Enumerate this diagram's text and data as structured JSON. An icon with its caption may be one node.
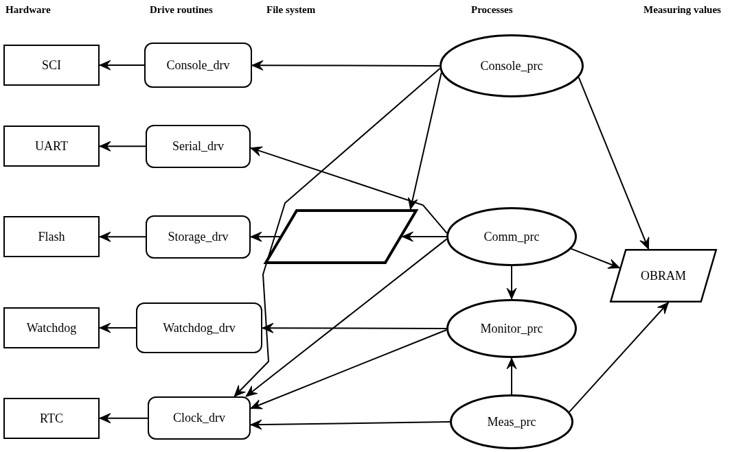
{
  "diagram": {
    "nodes": [
      {
        "text": [
          "SCI"
        ]
      },
      {
        "text": [
          "UART"
        ]
      },
      {
        "text": [
          "Flash"
        ]
      },
      {
        "text": [
          "Watchdog"
        ]
      },
      {
        "text": [
          "RTC"
        ]
      },
      {
        "text": [
          "Console_drv"
        ]
      },
      {
        "text": [
          "Serial_drv"
        ]
      },
      {
        "text": [
          "Storage_drv"
        ]
      },
      {
        "text": [
          "Watchdog_drv"
        ]
      },
      {
        "text": [
          "Clock_drv"
        ]
      },
      {
        "text": [],
        "shape": "parallelogram"
      },
      {
        "text": [
          "Console_prc"
        ]
      },
      {
        "text": [
          "Comm_prc"
        ]
      },
      {
        "text": [
          "Monitor_prc"
        ]
      },
      {
        "text": [
          "Meas_prc"
        ]
      },
      {
        "text": [
          "OBRAM"
        ]
      }
    ],
    "edges": [
      {
        "from": 5,
        "to": 0,
        "arrow": "to"
      },
      {
        "from": 6,
        "to": 1,
        "arrow": "to"
      },
      {
        "from": 7,
        "to": 2,
        "arrow": "to"
      },
      {
        "from": 8,
        "to": 3,
        "arrow": "to"
      },
      {
        "from": 9,
        "to": 4,
        "arrow": "to"
      },
      {
        "from": 11,
        "to": 5,
        "arrow": "to"
      },
      {
        "from": 11,
        "to": 10,
        "arrow": "to"
      },
      {
        "from": 11,
        "to": 9,
        "arrow": "to"
      },
      {
        "from": 11,
        "to": 15,
        "arrow": "to"
      },
      {
        "from": 12,
        "to": 6,
        "arrow": "to"
      },
      {
        "from": 12,
        "to": 10,
        "arrow": "to"
      },
      {
        "from": 12,
        "to": 9,
        "arrow": "to"
      },
      {
        "from": 12,
        "to": 15,
        "arrow": "to"
      },
      {
        "from": 12,
        "to": 13,
        "arrow": "to"
      },
      {
        "from": 13,
        "to": 8,
        "arrow": "to"
      },
      {
        "from": 13,
        "to": 9,
        "arrow": "to"
      },
      {
        "from": 14,
        "to": 13,
        "arrow": "to"
      },
      {
        "from": 14,
        "to": 9,
        "arrow": "to"
      },
      {
        "from": 14,
        "to": 15,
        "arrow": "to"
      },
      {
        "from": 10,
        "to": 7,
        "arrow": "to"
      }
    ],
    "labels": [
      "Hardware",
      "Drive routines",
      "File system",
      "Processes",
      "Measuring values"
    ]
  }
}
